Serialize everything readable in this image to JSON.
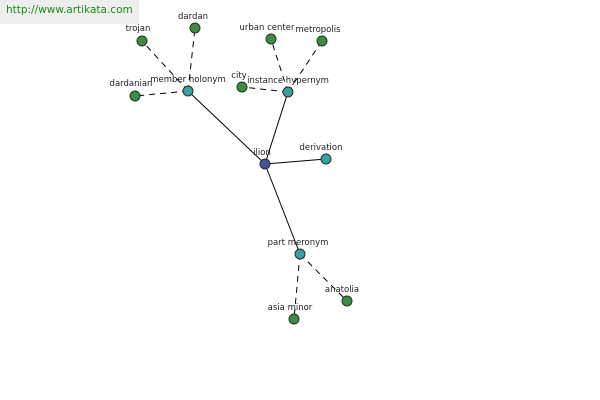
{
  "watermark": {
    "text": "http://www.artikata.com"
  },
  "colors": {
    "center_node": "#4b4ea3",
    "relation_node": "#3a9fa3",
    "leaf_node": "#3f8a45",
    "watermark_text": "#1a8a1a"
  },
  "graph": {
    "nodes": [
      {
        "id": "ilion",
        "label": "ilion",
        "kind": "center"
      },
      {
        "id": "member_holonym",
        "label": "member holonym",
        "kind": "relation"
      },
      {
        "id": "instance_hypernym",
        "label": "instance hypernym",
        "kind": "relation"
      },
      {
        "id": "derivation",
        "label": "derivation",
        "kind": "relation"
      },
      {
        "id": "part_meronym",
        "label": "part meronym",
        "kind": "relation"
      },
      {
        "id": "trojan",
        "label": "trojan",
        "kind": "leaf"
      },
      {
        "id": "dardan",
        "label": "dardan",
        "kind": "leaf"
      },
      {
        "id": "dardanian",
        "label": "dardanian",
        "kind": "leaf"
      },
      {
        "id": "urban_center",
        "label": "urban center",
        "kind": "leaf"
      },
      {
        "id": "metropolis",
        "label": "metropolis",
        "kind": "leaf"
      },
      {
        "id": "city",
        "label": "city",
        "kind": "leaf"
      },
      {
        "id": "anatolia",
        "label": "anatolia",
        "kind": "leaf"
      },
      {
        "id": "asia_minor",
        "label": "asia minor",
        "kind": "leaf"
      }
    ],
    "edges": [
      {
        "from": "ilion",
        "to": "member_holonym",
        "style": "solid"
      },
      {
        "from": "ilion",
        "to": "instance_hypernym",
        "style": "solid"
      },
      {
        "from": "ilion",
        "to": "derivation",
        "style": "solid"
      },
      {
        "from": "ilion",
        "to": "part_meronym",
        "style": "solid"
      },
      {
        "from": "member_holonym",
        "to": "trojan",
        "style": "dashed"
      },
      {
        "from": "member_holonym",
        "to": "dardan",
        "style": "dashed"
      },
      {
        "from": "member_holonym",
        "to": "dardanian",
        "style": "dashed"
      },
      {
        "from": "instance_hypernym",
        "to": "urban_center",
        "style": "dashed"
      },
      {
        "from": "instance_hypernym",
        "to": "metropolis",
        "style": "dashed"
      },
      {
        "from": "instance_hypernym",
        "to": "city",
        "style": "dashed"
      },
      {
        "from": "part_meronym",
        "to": "anatolia",
        "style": "dashed"
      },
      {
        "from": "part_meronym",
        "to": "asia_minor",
        "style": "dashed"
      }
    ]
  }
}
